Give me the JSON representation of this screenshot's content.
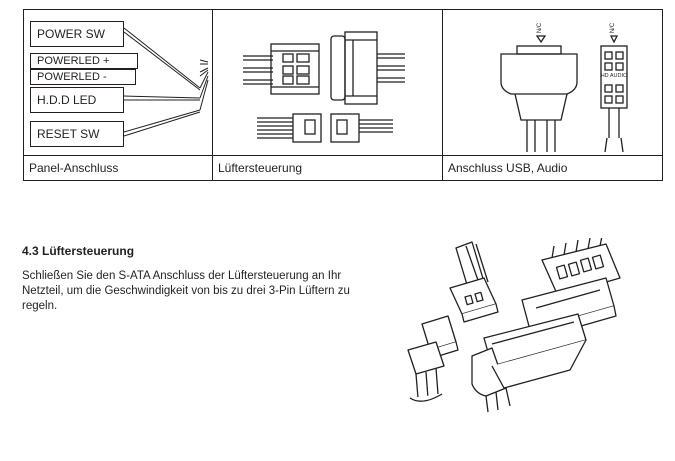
{
  "connector_table": {
    "panel_labels": [
      "POWER SW",
      "POWERLED +",
      "POWERLED -",
      "H.D.D LED",
      "RESET SW"
    ],
    "captions": [
      "Panel-Anschluss",
      "Lüftersteuerung",
      "Anschluss USB, Audio"
    ],
    "usb_audio": {
      "usb_pin_label": "N/C",
      "audio_pin_label": "N/C",
      "audio_header_label": "HD AUDIO"
    }
  },
  "section": {
    "title": "4.3 Lüftersteuerung",
    "body": "Schließen Sie den S-ATA Anschluss der Lüftersteuerung an Ihr Netzteil, um die Geschwindigkeit von bis zu drei 3-Pin Lüftern zu regeln."
  }
}
